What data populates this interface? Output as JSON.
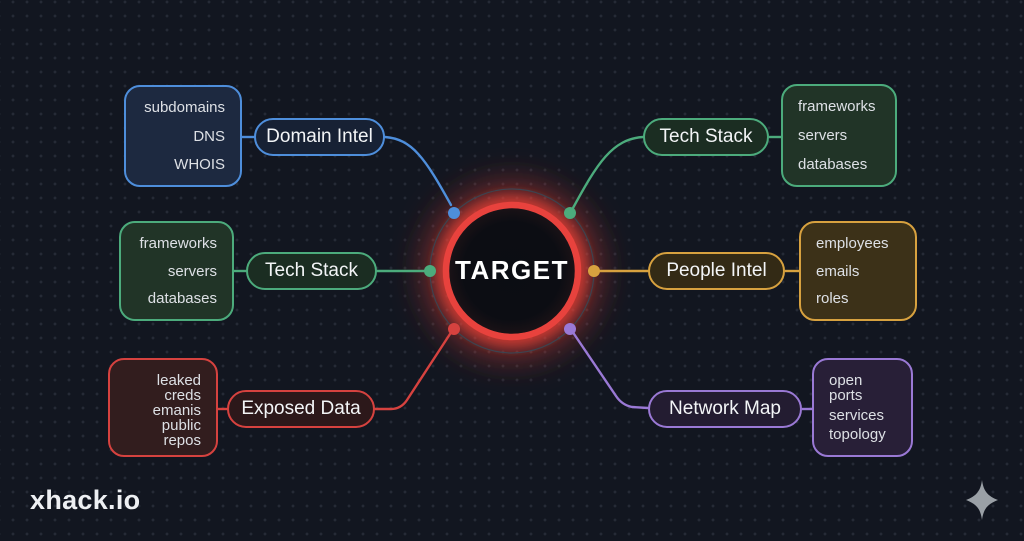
{
  "center": {
    "label": "TARGET",
    "ring_color": "#e8423d"
  },
  "branches": [
    {
      "label": "Domain Intel",
      "color": "#4e8edb",
      "items": [
        "subdomains",
        "DNS",
        "WHOIS"
      ]
    },
    {
      "label": "Tech Stack",
      "color": "#4cab7c",
      "items": [
        "frameworks",
        "servers",
        "databases"
      ]
    },
    {
      "label": "Exposed Data",
      "color": "#d6423f",
      "items": [
        "leaked creds",
        "emanis",
        "public repos"
      ]
    },
    {
      "label": "Tech Stack",
      "color": "#4cab7c",
      "items": [
        "frameworks",
        "servers",
        "databases"
      ]
    },
    {
      "label": "People Intel",
      "color": "#d7a13f",
      "items": [
        "employees",
        "emails",
        "roles"
      ]
    },
    {
      "label": "Network Map",
      "color": "#9a79d5",
      "items": [
        "open ports",
        "services",
        "topology"
      ]
    }
  ],
  "footer": {
    "logo": "xhack.io",
    "sparkle_color": "#9aa0a6"
  },
  "background": {
    "color": "#121620",
    "dot_color": "rgba(165,175,198,0.13)"
  }
}
